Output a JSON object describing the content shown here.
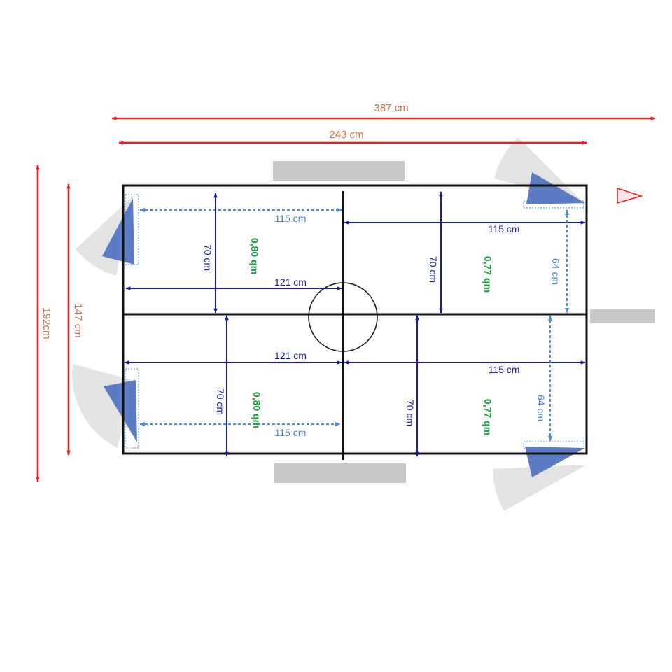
{
  "colors": {
    "overall_dim": "#e02020",
    "overall_label": "#c0704a",
    "dim_dark": "#1a1aa0",
    "dim_light": "#4a8ee0",
    "area_label": "#14a03c",
    "wall": "#111111",
    "door_panel": "#5b7cc4",
    "door_swing": "#e3e3e3",
    "wheel": "#c8c8c8"
  },
  "overall": {
    "total_length": "387 cm",
    "box_length": "243 cm",
    "total_width": "192cm",
    "box_width": "147 cm"
  },
  "compartments": {
    "top_left": {
      "width_inner": "115 cm",
      "width_outer": "121 cm",
      "height": "70 cm",
      "area": "0,80 qm"
    },
    "top_right": {
      "width": "115 cm",
      "height": "70 cm",
      "door_height": "64 cm",
      "area": "0,77 qm"
    },
    "bottom_left": {
      "width_outer": "121 cm",
      "width_inner": "115 cm",
      "height": "70 cm",
      "area": "0,80 qm"
    },
    "bottom_right": {
      "width": "115 cm",
      "height": "70 cm",
      "door_height": "64 cm",
      "area": "0,77 qm"
    }
  }
}
